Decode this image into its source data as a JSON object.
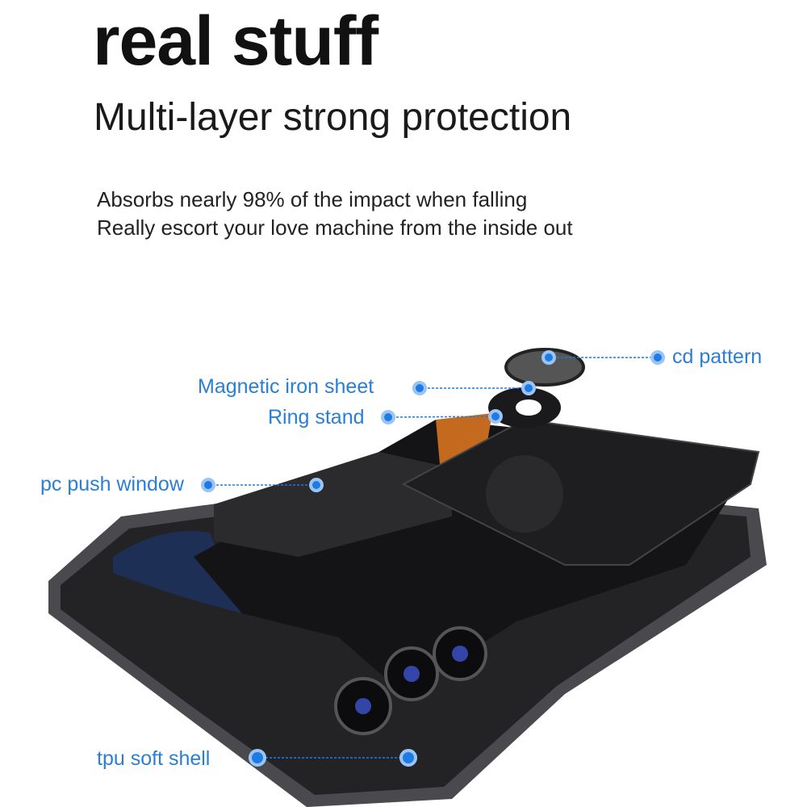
{
  "header": {
    "title": "real stuff",
    "subtitle": "Multi-layer strong protection",
    "lines": [
      "Absorbs nearly 98% of the impact when falling",
      "Really escort your love machine from the inside out"
    ]
  },
  "callouts": [
    {
      "label": "cd pattern"
    },
    {
      "label": "Magnetic iron sheet"
    },
    {
      "label": "Ring stand"
    },
    {
      "label": "pc push window"
    },
    {
      "label": "tpu soft shell"
    }
  ],
  "colors": {
    "accent": "#1e7be6",
    "label": "#2a7fd4",
    "case": "#1b1b1d",
    "frame": "#4a4a4e"
  }
}
